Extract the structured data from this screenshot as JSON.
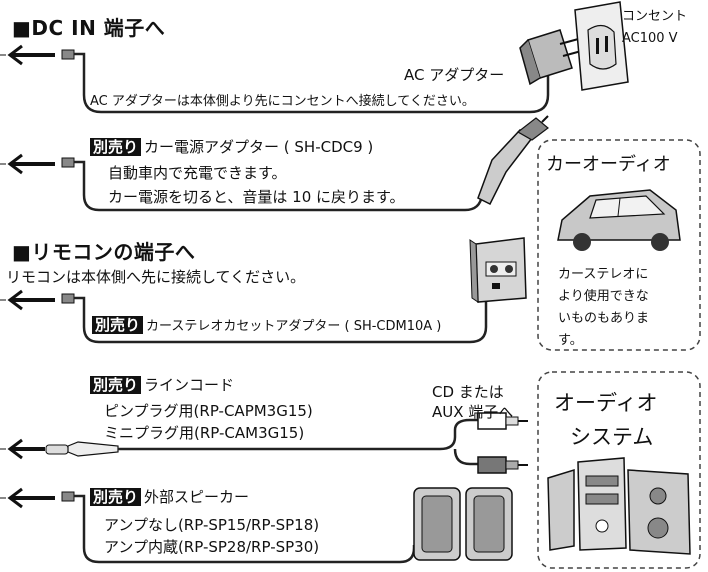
{
  "sections": {
    "dc_in": {
      "heading": "■DC IN 端子へ"
    },
    "remote": {
      "heading": "■リモコンの端子へ",
      "note": "リモコンは本体側へ先に接続してください。"
    }
  },
  "outlet": {
    "label_line1": "コンセント",
    "label_line2": "AC100 V"
  },
  "ac_adapter": {
    "label": "AC アダプター",
    "note": "AC アダプターは本体側より先にコンセントへ接続してください。"
  },
  "car_power": {
    "tag": "別売り",
    "name": "カー電源アダプター ( SH-CDC9 )",
    "line1": "自動車内で充電できます。",
    "line2": "カー電源を切ると、音量は 10 に戻ります。"
  },
  "car_audio": {
    "title": "カーオーディオ",
    "note_lines": [
      "カーステレオに",
      "より使用できな",
      "いものもありま",
      "す。"
    ]
  },
  "cassette": {
    "tag": "別売り",
    "name": "カーステレオカセットアダプター ( SH-CDM10A )"
  },
  "line_cord": {
    "tag": "別売り",
    "name": "ラインコード",
    "pin": "ピンプラグ用(RP-CAPM3G15)",
    "mini": "ミニプラグ用(RP-CAM3G15)"
  },
  "cd_aux": {
    "line1": "CD または",
    "line2": "AUX 端子へ"
  },
  "audio_system": {
    "line1": "オーディオ",
    "line2": "システム"
  },
  "speaker": {
    "tag": "別売り",
    "name": "外部スピーカー",
    "line1": "アンプなし(RP-SP15/RP-SP18)",
    "line2": "アンプ内蔵(RP-SP28/RP-SP30)"
  }
}
